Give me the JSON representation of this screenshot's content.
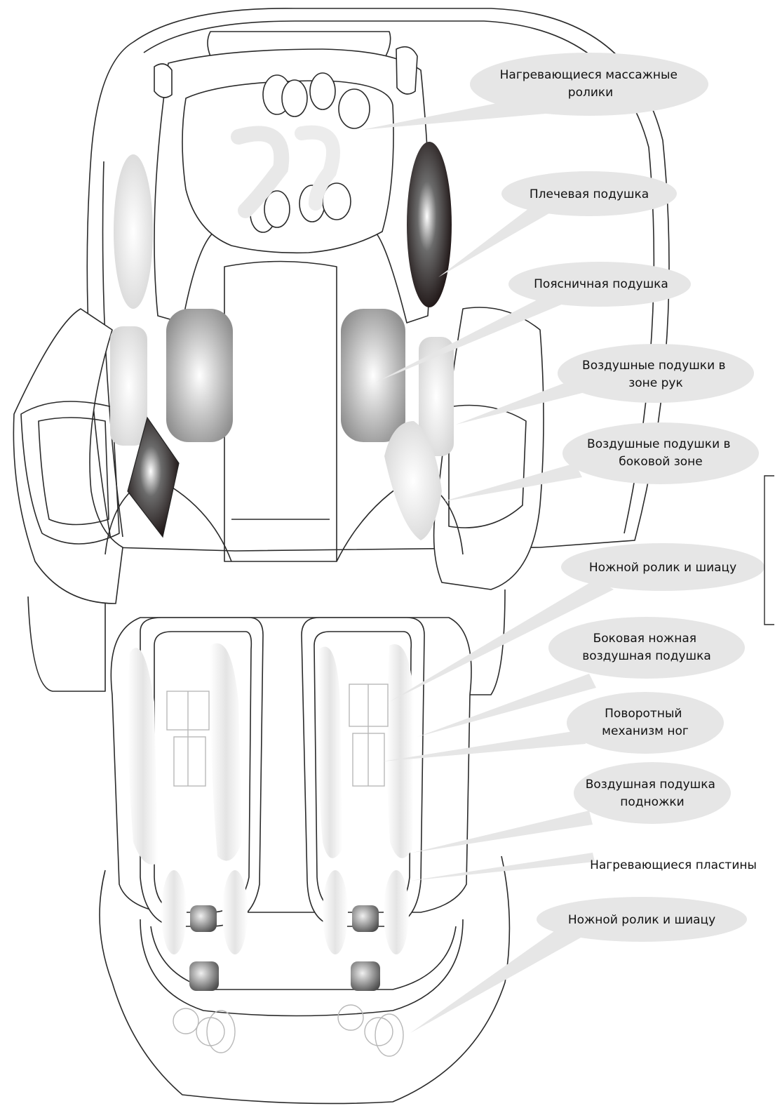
{
  "labels": {
    "heated_massage_rollers": [
      "Нагревающиеся массажные",
      "ролики"
    ],
    "shoulder_airbag": [
      "Плечевая подушка"
    ],
    "lumbar_airbag": [
      "Поясничная подушка"
    ],
    "arm_airbags": [
      "Воздушные подушки в",
      "зоне рук"
    ],
    "side_airbags": [
      "Воздушные подушки в",
      "боковой зоне"
    ],
    "foot_roller_shiatsu_1": [
      "Ножной ролик и шиацу"
    ],
    "side_leg_airbag": [
      "Боковая ножная",
      "воздушная подушка"
    ],
    "leg_rotation_mechanism": [
      "Поворотный",
      "механизм ног"
    ],
    "footrest_airbag": [
      "Воздушная подушка",
      "подножки"
    ],
    "heating_plates": [
      "Нагревающиеся пластины"
    ],
    "foot_roller_shiatsu_2": [
      "Ножной ролик и шиацу"
    ]
  },
  "colors": {
    "outline": "#2a2a2a",
    "bubble": "#e6e6e6",
    "airbag_light": "#f2f2f2",
    "airbag_mid": "#a8a8a8",
    "airbag_dark": "#1a1010",
    "mechanism": "#c4c4c4"
  }
}
